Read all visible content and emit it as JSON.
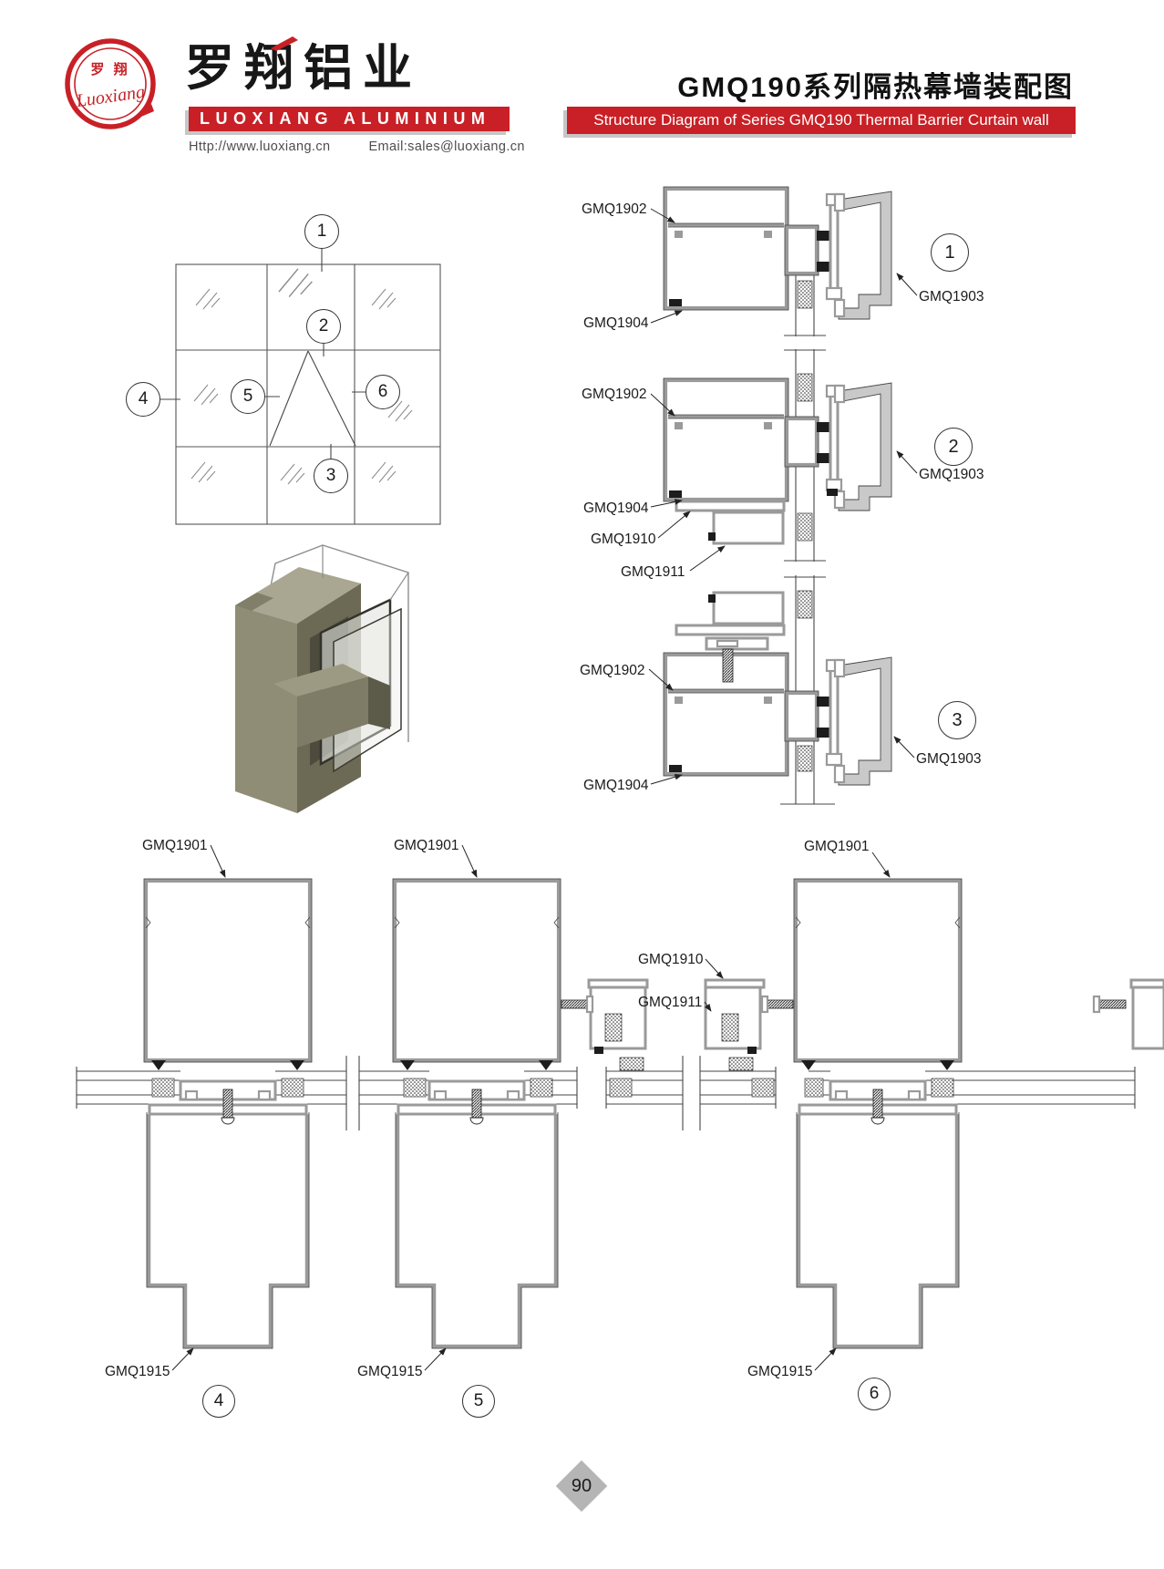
{
  "header": {
    "logo": {
      "cn": "罗 翔",
      "script": "Luoxiang"
    },
    "company_cn": "罗翔铝业",
    "company_en": "LUOXIANG ALUMINIUM",
    "website": "Http://www.luoxiang.cn",
    "email": "Email:sales@luoxiang.cn",
    "title_cn": "GMQ190系列隔热幕墙装配图",
    "title_en": "Structure Diagram of Series GMQ190 Thermal Barrier Curtain wall",
    "brand_red": "#c82026"
  },
  "elevation": {
    "callouts": [
      "1",
      "2",
      "3",
      "4",
      "5",
      "6"
    ]
  },
  "top_details": {
    "sections": [
      {
        "callout": "1",
        "frame": "GMQ1902",
        "bead": "GMQ1904",
        "cap": "GMQ1903"
      },
      {
        "callout": "2",
        "frame": "GMQ1902",
        "bead": "GMQ1904",
        "cap": "GMQ1903",
        "vent_frame": "GMQ1910",
        "vent_sash": "GMQ1911"
      },
      {
        "callout": "3",
        "frame": "GMQ1902",
        "bead": "GMQ1904",
        "cap": "GMQ1903"
      }
    ]
  },
  "bottom_details": {
    "sections": [
      {
        "callout": "4",
        "mullion": "GMQ1901",
        "sill": "GMQ1915"
      },
      {
        "callout": "5",
        "mullion": "GMQ1901",
        "sill": "GMQ1915"
      },
      {
        "callout": "6",
        "mullion": "GMQ1901",
        "sill": "GMQ1915"
      }
    ],
    "vent": {
      "frame": "GMQ1910",
      "sash": "GMQ1911"
    }
  },
  "footer": {
    "page_number": "90"
  }
}
